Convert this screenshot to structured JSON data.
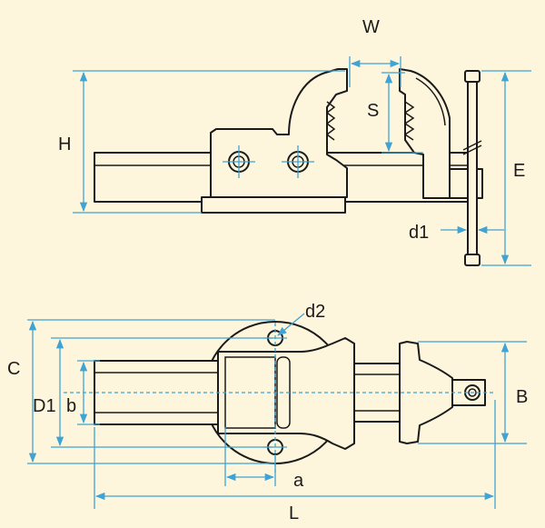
{
  "labels": {
    "W": "W",
    "H": "H",
    "S": "S",
    "E": "E",
    "d1": "d1",
    "d2": "d2",
    "C": "C",
    "D1": "D1",
    "b": "b",
    "B": "B",
    "a": "a",
    "L": "L"
  },
  "colors": {
    "background": "#fdf6dc",
    "outline": "#1a1a1a",
    "dimension": "#3fa3d3"
  }
}
